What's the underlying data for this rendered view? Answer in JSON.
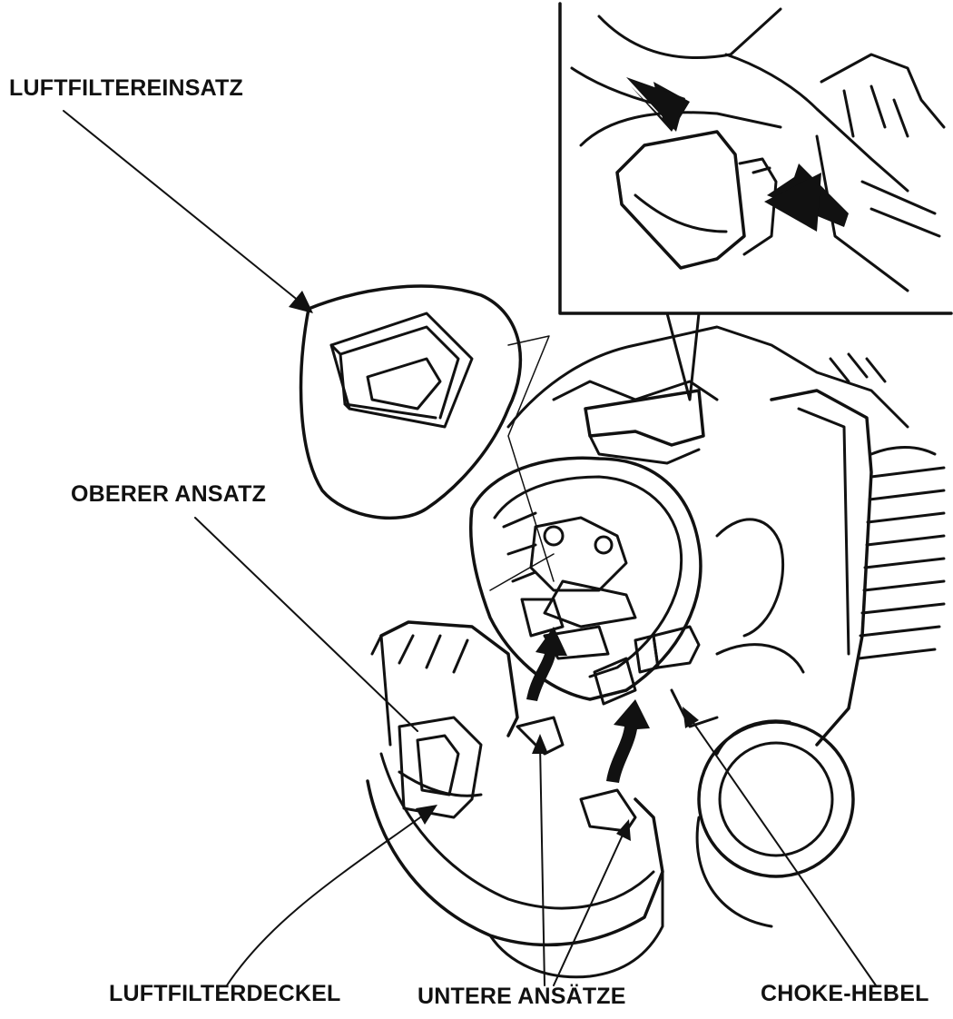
{
  "labels": {
    "air_filter_element": "LUFTFILTEREINSATZ",
    "upper_tab": "OBERER ANSATZ",
    "air_filter_cover": "LUFTFILTERDECKEL",
    "lower_tabs": "UNTERE ANSÄTZE",
    "choke_lever": "CHOKE-HEBEL"
  },
  "colors": {
    "line": "#111111",
    "background": "#ffffff"
  }
}
